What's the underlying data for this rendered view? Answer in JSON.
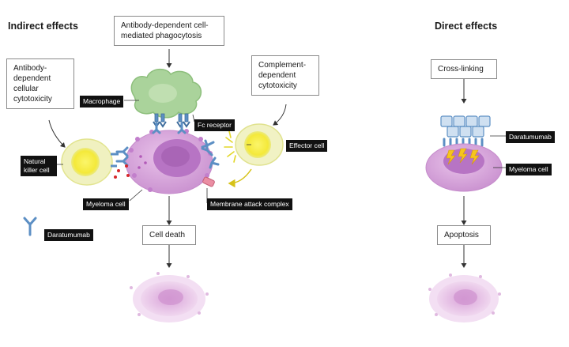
{
  "sections": {
    "indirect": "Indirect effects",
    "direct": "Direct effects"
  },
  "boxes": {
    "adcp": "Antibody-dependent cell-mediated phagocytosis",
    "adcc": "Antibody-dependent cellular cytotoxicity",
    "cdc": "Complement-dependent cytotoxicity",
    "cell_death": "Cell death",
    "cross_linking": "Cross-linking",
    "apoptosis": "Apoptosis"
  },
  "labels": {
    "macrophage": "Macrophage",
    "fc_receptor": "Fc receptor",
    "natural_killer": "Natural killer cell",
    "effector_cell": "Effector cell",
    "myeloma_left": "Myeloma cell",
    "mac": "Membrane attack complex",
    "daratumumab_legend": "Daratumumab",
    "daratumumab_right": "Daratumumab",
    "myeloma_right": "Myeloma cell"
  },
  "colors": {
    "cell_pink": "#d9a6dc",
    "cell_purple": "#c48ccc",
    "nucleus": "#b06cbf",
    "macrophage_green": "#a9d49a",
    "effector_yellow": "#f7ef3c",
    "antibody_blue": "#5c8fc4",
    "dead_cell": "#e2bfe2"
  }
}
